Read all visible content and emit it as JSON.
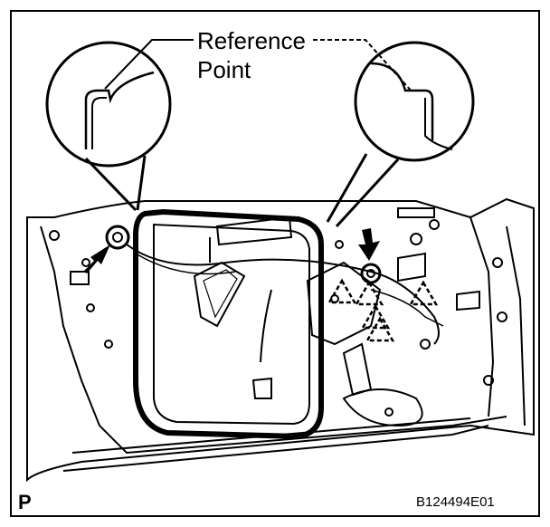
{
  "callout": {
    "label_line1": "Reference",
    "label_line2": "Point"
  },
  "corner_mark": "P",
  "figure_code": "B124494E01",
  "clips": {
    "count": 5,
    "icon": "triangle-clip-icon"
  }
}
